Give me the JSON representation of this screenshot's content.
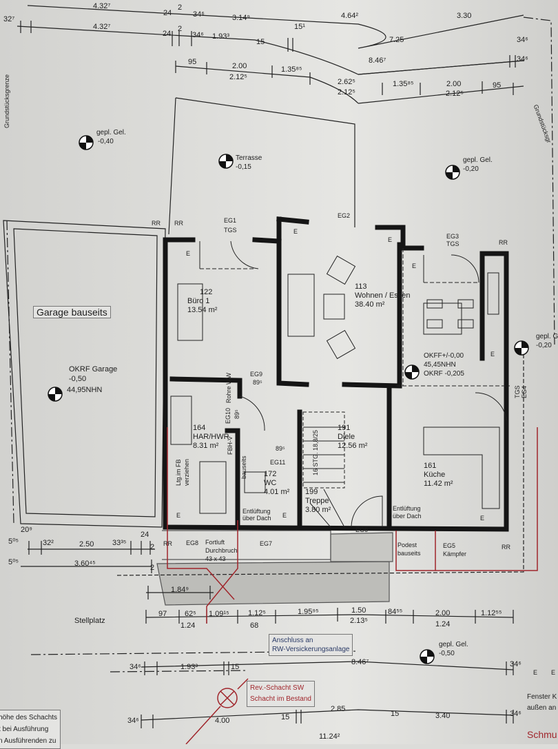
{
  "plan": {
    "boundary_label_left": "Grundstücksgrenze",
    "boundary_label_right": "Grundstücksgr",
    "top_dimensions": {
      "row1": [
        "32⁷",
        "4.32⁷",
        "24",
        "2",
        "34⁶",
        "3.14⁹",
        "15¹",
        "4.64²",
        "3.30"
      ],
      "row2": [
        "4.32⁷",
        "24",
        "2",
        "34⁶",
        "1.93³",
        "15",
        "7.25",
        "34⁶"
      ],
      "row3": [
        "8.46⁷",
        "34⁶"
      ],
      "row4": [
        "95",
        "2.00",
        "2.12⁵",
        "1.35⁸⁵",
        "2.62⁵",
        "2.12⁵",
        "1.35⁸⁵",
        "2.00",
        "2.12⁵",
        "95"
      ]
    },
    "levels": [
      {
        "label": "gepl. Gel.",
        "value": "-0,40"
      },
      {
        "label": "Terrasse",
        "value": "-0,15"
      },
      {
        "label": "gepl. Gel.",
        "value": "-0,20"
      },
      {
        "label": "gepl. G",
        "value": "-0,20"
      },
      {
        "label": "gepl. Gel.",
        "value": "-0,50"
      }
    ],
    "openings": {
      "eg1": "EG1",
      "eg1_type": "TGS",
      "eg2": "EG2",
      "eg3": "EG3",
      "eg3_type": "TGS",
      "eg4": "EG4",
      "eg4_type": "TGS",
      "eg5": "EG5",
      "eg5_note": "Kämpfer",
      "eg6": "EG6",
      "eg7": "EG7",
      "eg8": "EG8",
      "eg9": "EG9",
      "eg9_w": "89⁵",
      "eg10": "EG10",
      "eg10_w": "89⁵",
      "eg11": "EG11",
      "eg11_w": "89⁵",
      "rr": "RR",
      "e": "E"
    },
    "garage": {
      "title": "Garage bauseits",
      "okrf": "OKRF Garage",
      "level": "-0,50",
      "nhn": "44,95NHN"
    },
    "rooms": [
      {
        "number": "122",
        "name": "Büro 1",
        "area": "13.54 m²"
      },
      {
        "number": "113",
        "name": "Wohnen / Essen",
        "area": "38.40 m²"
      },
      {
        "number": "164",
        "name": "HAR/HWR",
        "area": "8.31 m²"
      },
      {
        "number": "172",
        "name": "WC",
        "area": "4.01 m²"
      },
      {
        "number": "191",
        "name": "Diele",
        "area": "12.56 m²"
      },
      {
        "number": "199",
        "name": "Treppe",
        "area": "3.80 m²"
      },
      {
        "number": "161",
        "name": "Küche",
        "area": "11.42 m²"
      }
    ],
    "okff": {
      "line1": "OKFF+/-0,00",
      "line2": "45,45NHN",
      "line3": "OKRF -0,205"
    },
    "notes": {
      "stairs": "16 STG. 18,8/25",
      "rohre": "Rohre WW",
      "fbhv": "FBH-V",
      "ltg": "Ltg.im FB verziehen",
      "bauseits": "bauseits",
      "entl1": "Entlüftung",
      "entl1b": "über Dach",
      "entl2": "Entlüftung",
      "entl2b": "über Dach",
      "fortluft": "Fortluft",
      "durchbruch": "Durchbruch",
      "size": "43 x 43",
      "podest": "Podest",
      "podest2": "bauseits"
    },
    "lower_dimensions": {
      "left1": [
        "20⁹",
        "5⁰⁵",
        "32²",
        "2.50",
        "33³⁵",
        "24",
        "2"
      ],
      "left2": [
        "5⁰⁵",
        "3.60⁴⁵",
        "2"
      ],
      "short": "1.84⁹",
      "row": [
        "97",
        "62⁵",
        "1.09¹⁵",
        "1.12⁵",
        "1.95⁹⁵",
        "1.50",
        "84⁵⁵",
        "2.00",
        "1.12⁵⁵"
      ],
      "row_sub": [
        "1.24",
        "68",
        "2.13⁵",
        "1.24"
      ],
      "row2": [
        "34⁶",
        "1.93³",
        "15",
        "8.46⁷",
        "34⁶"
      ],
      "row3": [
        "34⁶",
        "4.00",
        "15",
        "2.85",
        "15",
        "3.40",
        "34⁶"
      ],
      "total": "11.24²"
    },
    "stellplatz": "Stellplatz",
    "anschluss": {
      "line1": "Anschluss an",
      "line2": "RW-Versickerungsanlage"
    },
    "schacht": {
      "line1": "Rev.-Schacht SW",
      "line2": "Schacht im Bestand"
    },
    "left_note": [
      "höhe des Schachts",
      "t bei Ausführung",
      "n Ausführenden zu"
    ],
    "right_note": [
      "Fenster K",
      "außen an"
    ],
    "right_red": "Schmu",
    "right_e": "E",
    "colors": {
      "paper": "#dcdcd9",
      "wall": "#151515",
      "drain": "#a0252b"
    }
  }
}
